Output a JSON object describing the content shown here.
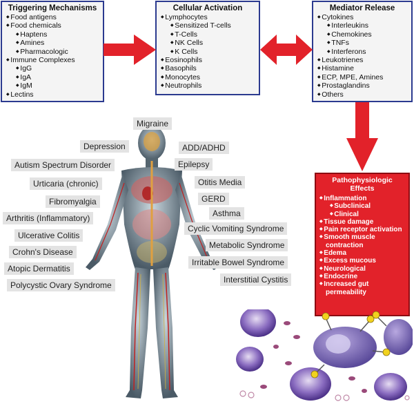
{
  "triggering": {
    "title": "Triggering Mechanisms",
    "items": [
      {
        "text": "Food antigens",
        "level": 0
      },
      {
        "text": "Food chemicals",
        "level": 0
      },
      {
        "text": "Haptens",
        "level": 1
      },
      {
        "text": "Amines",
        "level": 1
      },
      {
        "text": "Pharmacologic",
        "level": 1
      },
      {
        "text": "Immune Complexes",
        "level": 0
      },
      {
        "text": "IgG",
        "level": 1
      },
      {
        "text": "IgA",
        "level": 1
      },
      {
        "text": "IgM",
        "level": 1
      },
      {
        "text": "Lectins",
        "level": 0
      }
    ]
  },
  "cellular": {
    "title": "Cellular Activation",
    "items": [
      {
        "text": "Lymphocytes",
        "level": 0
      },
      {
        "text": "Sensitized T-cells",
        "level": 1
      },
      {
        "text": "T-Cells",
        "level": 1
      },
      {
        "text": "NK Cells",
        "level": 1
      },
      {
        "text": "K Cells",
        "level": 1
      },
      {
        "text": "Eosinophils",
        "level": 0
      },
      {
        "text": "Basophils",
        "level": 0
      },
      {
        "text": "Monocytes",
        "level": 0
      },
      {
        "text": "Neutrophils",
        "level": 0
      }
    ]
  },
  "mediator": {
    "title": "Mediator Release",
    "items": [
      {
        "text": "Cytokines",
        "level": 0
      },
      {
        "text": "Interleukins",
        "level": 1
      },
      {
        "text": "Chemokines",
        "level": 1
      },
      {
        "text": "TNFs",
        "level": 1
      },
      {
        "text": "Interferons",
        "level": 1
      },
      {
        "text": "Leukotrienes",
        "level": 0
      },
      {
        "text": "Histamine",
        "level": 0
      },
      {
        "text": "ECP, MPE, Amines",
        "level": 0
      },
      {
        "text": "Prostaglandins",
        "level": 0
      },
      {
        "text": "Others",
        "level": 0
      }
    ]
  },
  "patho": {
    "title": "Pathophysiologic Effects",
    "items": [
      {
        "text": "Inflammation",
        "level": 0
      },
      {
        "text": "Subclinical",
        "level": 1
      },
      {
        "text": "Clinical",
        "level": 1
      },
      {
        "text": "Tissue damage",
        "level": 0
      },
      {
        "text": "Pain receptor activation",
        "level": 0
      },
      {
        "text": "Smooth muscle contraction",
        "level": 0
      },
      {
        "text": "Edema",
        "level": 0
      },
      {
        "text": "Excess mucous",
        "level": 0
      },
      {
        "text": "Neurological",
        "level": 0
      },
      {
        "text": "Endocrine",
        "level": 0
      },
      {
        "text": "Increased gut permeability",
        "level": 0
      }
    ]
  },
  "conditions": [
    "Migraine",
    "Depression",
    "ADD/ADHD",
    "Autism Spectrum Disorder",
    "Epilepsy",
    "Urticaria (chronic)",
    "Otitis Media",
    "Fibromyalgia",
    "GERD",
    "Asthma",
    "Arthritis (Inflammatory)",
    "Cyclic Vomiting Syndrome",
    "Ulcerative Colitis",
    "Metabolic Syndrome",
    "Crohn's Disease",
    "Irritable Bowel Syndrome",
    "Atopic Dermatitis",
    "Interstitial Cystitis",
    "Polycystic Ovary Syndrome"
  ],
  "colors": {
    "box_border": "#2b3a8f",
    "box_fill": "#f4f4f4",
    "arrow_red": "#e2222a",
    "patho_fill": "#e2222a",
    "label_bg": "#e3e3e3"
  }
}
